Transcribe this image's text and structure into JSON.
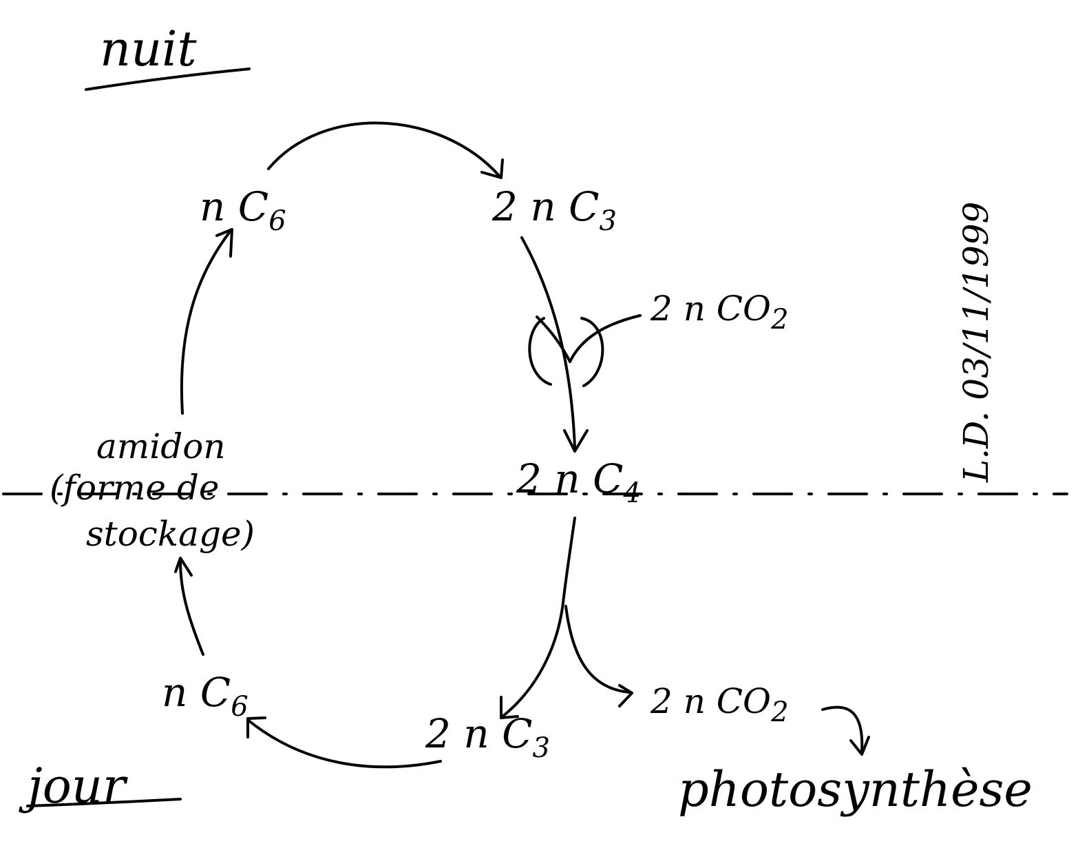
{
  "periods": {
    "night": "nuit",
    "day": "jour"
  },
  "nodes": {
    "night_c6": {
      "coef": "n",
      "base": "C",
      "sub": "6"
    },
    "night_c3": {
      "coef": "2 n",
      "base": "C",
      "sub": "3"
    },
    "co2_in": {
      "text": "2 n CO",
      "sub": "2"
    },
    "c4": {
      "coef": "2 n",
      "base": "C",
      "sub": "4"
    },
    "starch": {
      "line1": "amidon",
      "line2": "(forme de",
      "line3": "stockage)"
    },
    "day_c6": {
      "coef": "n",
      "base": "C",
      "sub": "6"
    },
    "day_c3": {
      "coef": "2 n",
      "base": "C",
      "sub": "3"
    },
    "co2_out": {
      "text": "2 n CO",
      "sub": "2"
    },
    "photosynthesis": "photosynthèse"
  },
  "signature": "L.D. 03/11/1999",
  "colors": {
    "ink": "#000000",
    "background": "#ffffff"
  }
}
